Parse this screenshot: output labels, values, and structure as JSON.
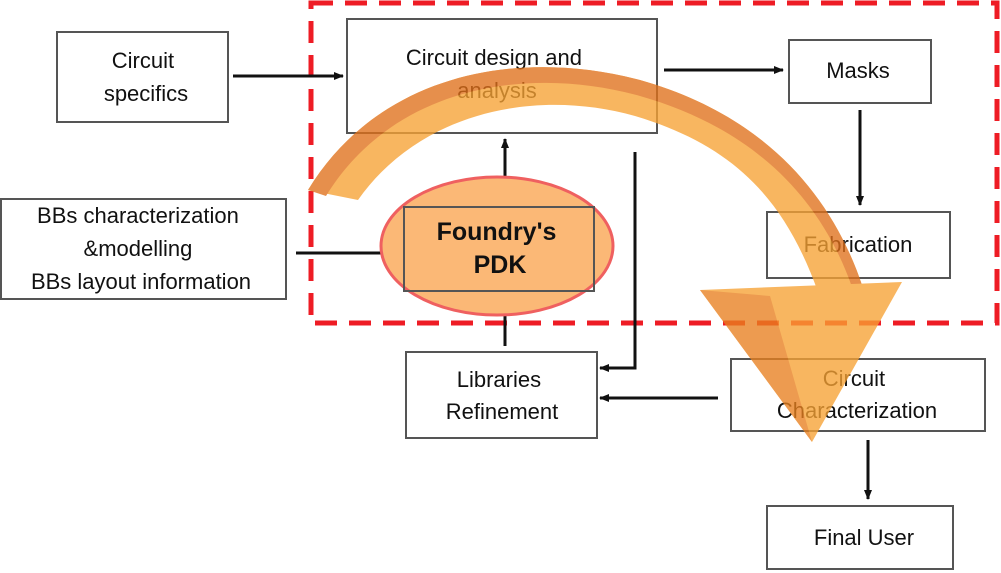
{
  "nodes": {
    "circuit_specifics": [
      "Circuit",
      "specifics"
    ],
    "circuit_design": [
      "Circuit design and",
      "analysis"
    ],
    "masks": [
      "Masks"
    ],
    "bbs_characterization": [
      "BBs characterization",
      "&modelling",
      "BBs layout information"
    ],
    "foundry_pdk": [
      "Foundry's",
      "PDK"
    ],
    "fabrication": [
      "Fabrication"
    ],
    "libraries_refinement": [
      "Libraries",
      "Refinement"
    ],
    "circuit_characterization": [
      "Circuit",
      "Characterization"
    ],
    "final_user": [
      "Final User"
    ]
  },
  "colors": {
    "region_border": "#ee1c25",
    "big_arrow": "#f7a234",
    "big_arrow_dark": "#e0701a",
    "pdk_ellipse_fill": "#fbb876",
    "pdk_ellipse_stroke": "#ef6060",
    "box_stroke": "#555555",
    "connector": "#111111"
  }
}
